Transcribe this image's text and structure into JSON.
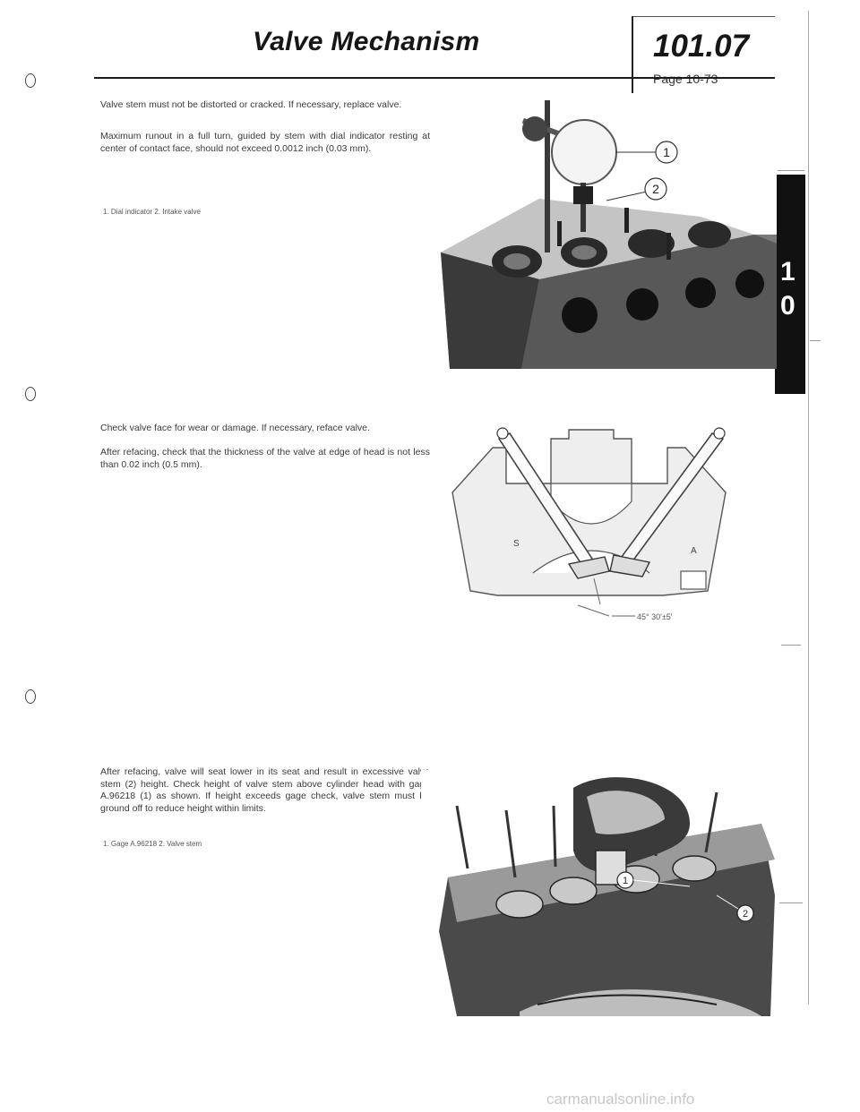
{
  "header": {
    "title": "Valve Mechanism",
    "section": "101.07",
    "page_ref": "Page 10-73"
  },
  "side_tab": {
    "digits": [
      "1",
      "0"
    ]
  },
  "blocks": [
    {
      "paragraphs": [
        "Valve stem must not be distorted or cracked. If necessary, replace valve.",
        "Maximum runout in a full turn, guided by stem with dial indicator resting at center of contact face, should not exceed 0.0012 inch (0.03 mm)."
      ],
      "legend": "1. Dial indicator   2. Intake valve",
      "figure": {
        "callouts": [
          "1",
          "2"
        ]
      }
    },
    {
      "paragraphs": [
        "Check valve face for wear or damage. If necessary, reface valve.",
        "After refacing, check that the thickness of the valve at edge of head is not less than 0.02 inch (0.5 mm)."
      ],
      "figure": {
        "labels": [
          "S",
          "A"
        ],
        "angle_note": "45° 30'±5'"
      }
    },
    {
      "paragraphs": [
        "After refacing, valve will seat lower in its seat and result in excessive valve stem (2) height. Check height of valve stem above cylinder head with gage A.96218 (1) as shown. If height exceeds gage check, valve stem must be ground off to reduce height within limits."
      ],
      "legend": "1. Gage A.96218   2. Valve stem",
      "figure": {
        "callouts": [
          "1",
          "2"
        ]
      }
    }
  ],
  "footer": "carmanualsonline.info"
}
